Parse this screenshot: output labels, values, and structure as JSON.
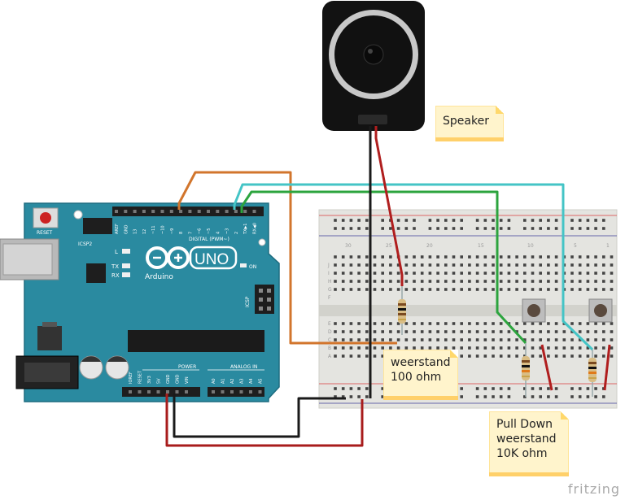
{
  "labels": {
    "speaker": "Speaker",
    "resistor100": [
      "weerstand",
      "100 ohm"
    ],
    "pulldown": [
      "Pull Down",
      "weerstand",
      "10K ohm"
    ],
    "watermark": "fritzing"
  },
  "arduino": {
    "reset": "RESET",
    "icsp2": "ICSP2",
    "uno": "UNO",
    "brand": "Arduino",
    "digital": "DIGITAL (PWM~)",
    "on": "ON",
    "icsp": "ICSP",
    "power": "POWER",
    "analog": "ANALOG IN",
    "leds": [
      "L",
      "TX",
      "RX"
    ],
    "top_pins": [
      "AREF",
      "GND",
      "13",
      "12",
      "~11",
      "~10",
      "~9",
      "8",
      "7",
      "~6",
      "~5",
      "4",
      "~3",
      "2",
      "TX▶1",
      "RX◀0"
    ],
    "power_pins": [
      "IOREF",
      "RESET",
      "3V3",
      "5V",
      "GND",
      "GND",
      "VIN"
    ],
    "analog_pins": [
      "A0",
      "A1",
      "A2",
      "A3",
      "A4",
      "A5"
    ]
  },
  "breadboard": {
    "row_letters_top": [
      "J",
      "I",
      "H",
      "G",
      "F"
    ],
    "row_letters_bottom": [
      "E",
      "D",
      "C",
      "B",
      "A"
    ],
    "column_marks": [
      "30",
      "25",
      "20",
      "15",
      "10",
      "5",
      "1"
    ]
  },
  "colors": {
    "arduino": "#2a8aa0",
    "breadboard": "#e6e6e2",
    "wire_orange": "#d2752c",
    "wire_cyan": "#44c4c6",
    "wire_green": "#2ca43e",
    "wire_red": "#b01e1e",
    "wire_black": "#1a1a1a"
  }
}
